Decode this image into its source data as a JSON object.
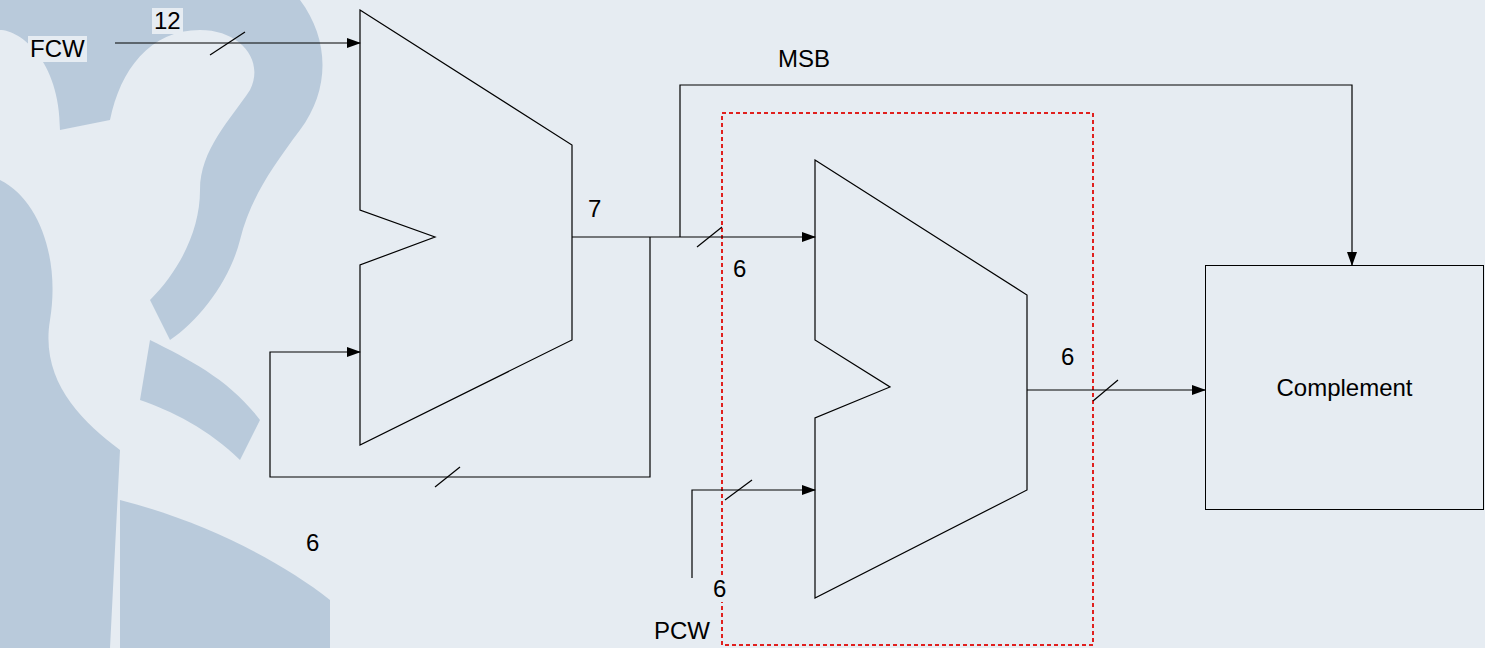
{
  "diagram": {
    "nodes": [
      {
        "text": [
          "Complement"
        ]
      }
    ],
    "labels": [
      "MSB",
      "FCW",
      "12",
      "7",
      "6",
      "6",
      "6",
      "6",
      "PCW"
    ]
  }
}
